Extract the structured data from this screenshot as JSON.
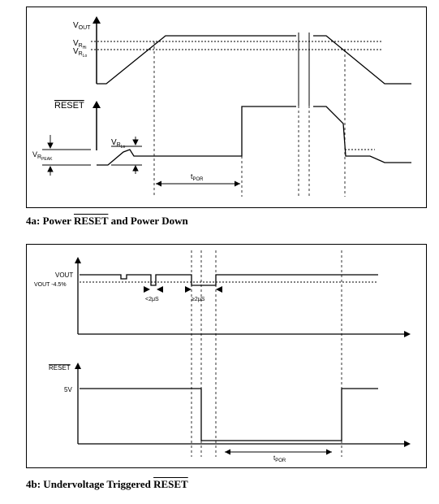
{
  "figure_a": {
    "caption_prefix": "4a: Power ",
    "caption_overline": "RESET",
    "caption_suffix": " and Power Down",
    "vout_label": {
      "main": "V",
      "sub": "OUT"
    },
    "vrhi_label": {
      "main": "V",
      "sub": "R",
      "subsub": "Hi"
    },
    "vrlo_label": {
      "main": "V",
      "sub": "R",
      "subsub": "Lo"
    },
    "reset_label": "RESET",
    "vrlo_reset_label": {
      "main": "V",
      "sub": "R",
      "subsub": "Lo"
    },
    "vrpeak_label": {
      "main": "V",
      "sub": "R",
      "subsub": "PEAK"
    },
    "tpor_label": {
      "main": "t",
      "sub": "POR"
    }
  },
  "figure_b": {
    "caption_prefix": "4b: Undervoltage Triggered ",
    "caption_overline": "RESET",
    "vout_label": "VOUT",
    "vout_threshold_label": "VOUT -4.5%",
    "glitch_short_label": "<2μS",
    "glitch_long_label": "≥2μS",
    "reset_label": "RESET",
    "reset_high_label": "5V",
    "tpor_label": {
      "main": "t",
      "sub": "POR"
    }
  }
}
